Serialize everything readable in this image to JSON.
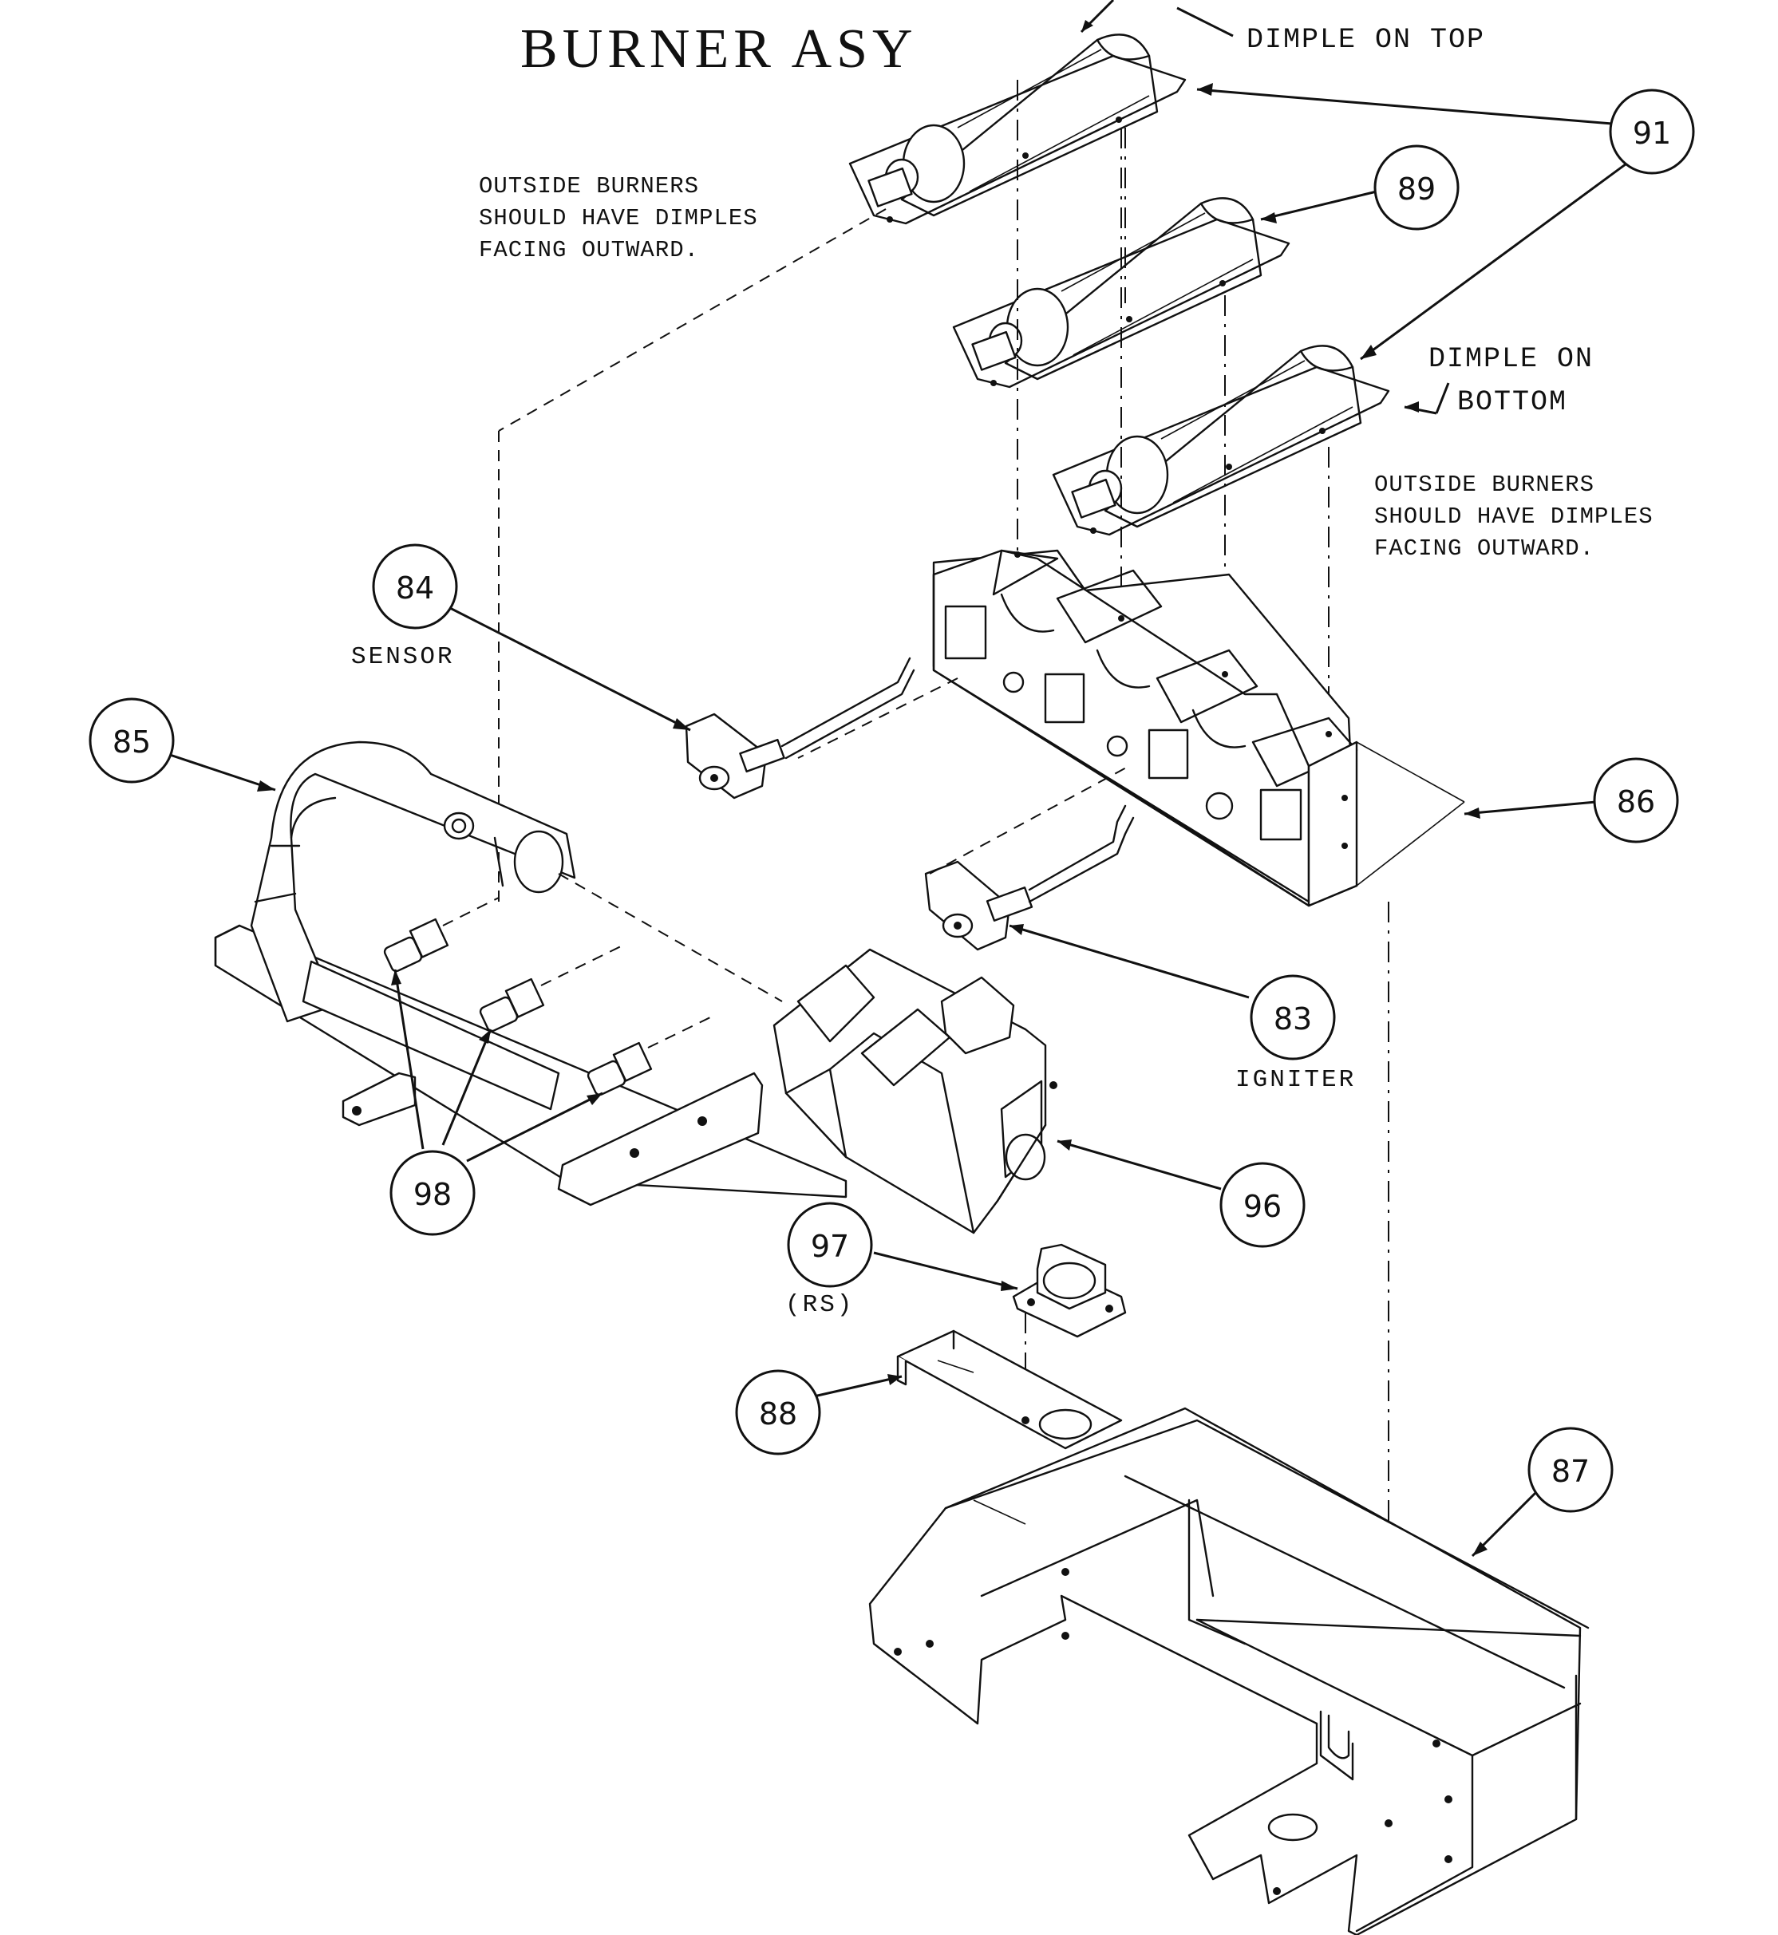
{
  "title": "BURNER ASY",
  "labels": {
    "dimple_top": "DIMPLE ON TOP",
    "dimple_bottom_line1": "DIMPLE ON",
    "dimple_bottom_line2": "BOTTOM",
    "note_left": "OUTSIDE BURNERS\nSHOULD HAVE DIMPLES\nFACING OUTWARD.",
    "note_right": "OUTSIDE BURNERS\nSHOULD HAVE DIMPLES\nFACING OUTWARD.",
    "sensor": "SENSOR",
    "igniter": "IGNITER",
    "rs": "(RS)"
  },
  "parts": [
    {
      "number": "91"
    },
    {
      "number": "89"
    },
    {
      "number": "84"
    },
    {
      "number": "85"
    },
    {
      "number": "86"
    },
    {
      "number": "83"
    },
    {
      "number": "98"
    },
    {
      "number": "96"
    },
    {
      "number": "97"
    },
    {
      "number": "88"
    },
    {
      "number": "87"
    }
  ]
}
